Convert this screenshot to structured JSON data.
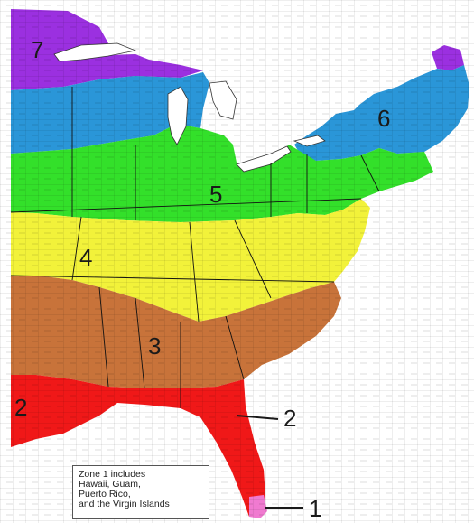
{
  "map": {
    "zones": [
      {
        "id": "7",
        "label": "7",
        "color": "#9b30e0"
      },
      {
        "id": "6",
        "label": "6",
        "color": "#2a96d8"
      },
      {
        "id": "5",
        "label": "5",
        "color": "#33e02a"
      },
      {
        "id": "4",
        "label": "4",
        "color": "#f2f23a"
      },
      {
        "id": "3",
        "label": "3",
        "color": "#c8733a"
      },
      {
        "id": "2",
        "label": "2",
        "color": "#f01818"
      },
      {
        "id": "1",
        "label": "1",
        "color": "#f07ad0"
      }
    ],
    "callout_2": "2",
    "callout_1": "1",
    "note": {
      "line1": "Zone 1 includes",
      "line2": "Hawaii, Guam,",
      "line3": "Puerto Rico,",
      "line4": "and the Virgin Islands"
    }
  }
}
